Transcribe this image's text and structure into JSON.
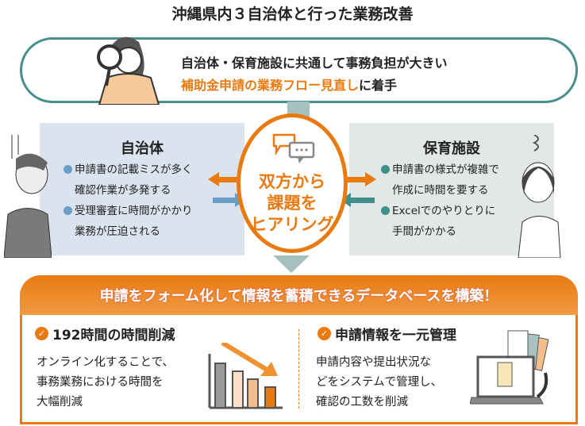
{
  "title": "沖縄県内３自治体と行った業務改善",
  "top_banner": {
    "line1": "自治体・保育施設に共通して事務負担が大きい",
    "line2_highlight": "補助金申請の業務フロー見直し",
    "line2_rest": "に着手"
  },
  "left_panel": {
    "title": "自治体",
    "bullets": [
      {
        "line1": "申請書の記載ミスが多く",
        "line2": "確認作業が多発する"
      },
      {
        "line1": "受理審査に時間がかかり",
        "line2": "業務が圧迫される"
      }
    ],
    "bullet_color": "#6a9ec9"
  },
  "right_panel": {
    "title": "保育施設",
    "bullets": [
      {
        "line1": "申請書の様式が複雑で",
        "line2": "作成に時間を要する"
      },
      {
        "line1": "Excelでのやりとりに",
        "line2": "手間がかかる"
      }
    ],
    "bullet_color": "#3f8f8a"
  },
  "center": {
    "lines": [
      "双方から",
      "課題を",
      "ヒアリング"
    ]
  },
  "result_banner": "申請をフォーム化して情報を蓄積できるデータベースを構築！",
  "results": [
    {
      "heading": "192時間の時間削減",
      "body": [
        "オンライン化することで、",
        "事務業務における時間を",
        "大幅削減"
      ]
    },
    {
      "heading": "申請情報を一元管理",
      "body": [
        "申請内容や提出状況な",
        "どをシステムで管理し、",
        "確認の工数を削減"
      ]
    }
  ],
  "colors": {
    "accent": "#e97a10",
    "teal": "#4a8f8f"
  }
}
